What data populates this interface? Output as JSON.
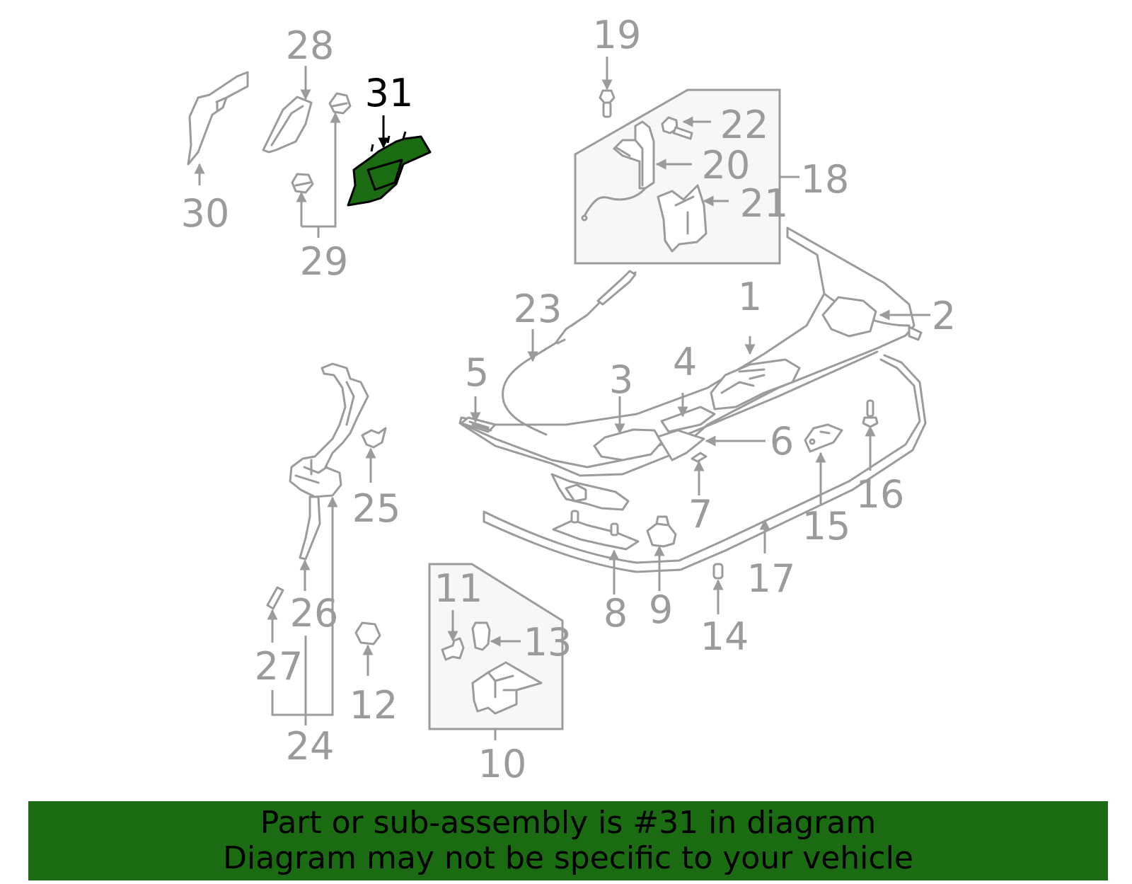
{
  "diagram": {
    "highlight_color": "#1a6b12",
    "part_color": "#9b9b9b",
    "highlighted_callout": "31",
    "callouts": {
      "c1": "1",
      "c2": "2",
      "c3": "3",
      "c4": "4",
      "c5": "5",
      "c6": "6",
      "c7": "7",
      "c8": "8",
      "c9": "9",
      "c10": "10",
      "c11": "11",
      "c12": "12",
      "c13": "13",
      "c14": "14",
      "c15": "15",
      "c16": "16",
      "c17": "17",
      "c18": "18",
      "c19": "19",
      "c20": "20",
      "c21": "21",
      "c22": "22",
      "c23": "23",
      "c24": "24",
      "c25": "25",
      "c26": "26",
      "c27": "27",
      "c28": "28",
      "c29": "29",
      "c30": "30",
      "c31": "31"
    }
  },
  "banner": {
    "line1": "Part or sub-assembly is #31 in diagram",
    "line2": "Diagram may not be specific to your vehicle"
  }
}
